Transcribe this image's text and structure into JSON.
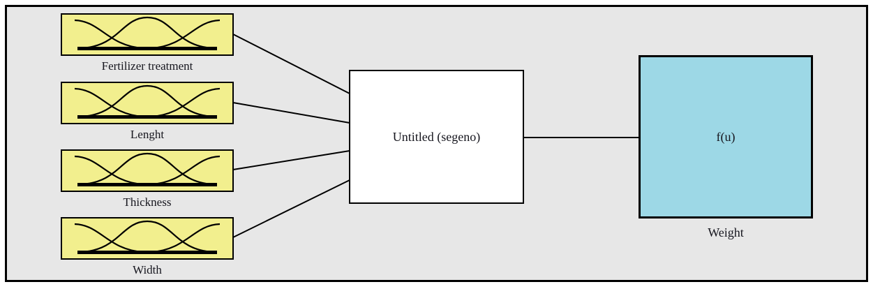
{
  "diagram": {
    "inputs": [
      {
        "label": "Fertilizer treatment"
      },
      {
        "label": "Lenght"
      },
      {
        "label": "Thickness"
      },
      {
        "label": "Width"
      }
    ],
    "process": {
      "label": "Untitled (segeno)"
    },
    "output": {
      "label": "f(u)",
      "caption": "Weight"
    }
  },
  "colors": {
    "input-fill": "#f2ef8e",
    "output-fill": "#9dd8e6",
    "canvas-bg": "#e7e7e7",
    "line": "#000000",
    "text": "#16161e"
  }
}
